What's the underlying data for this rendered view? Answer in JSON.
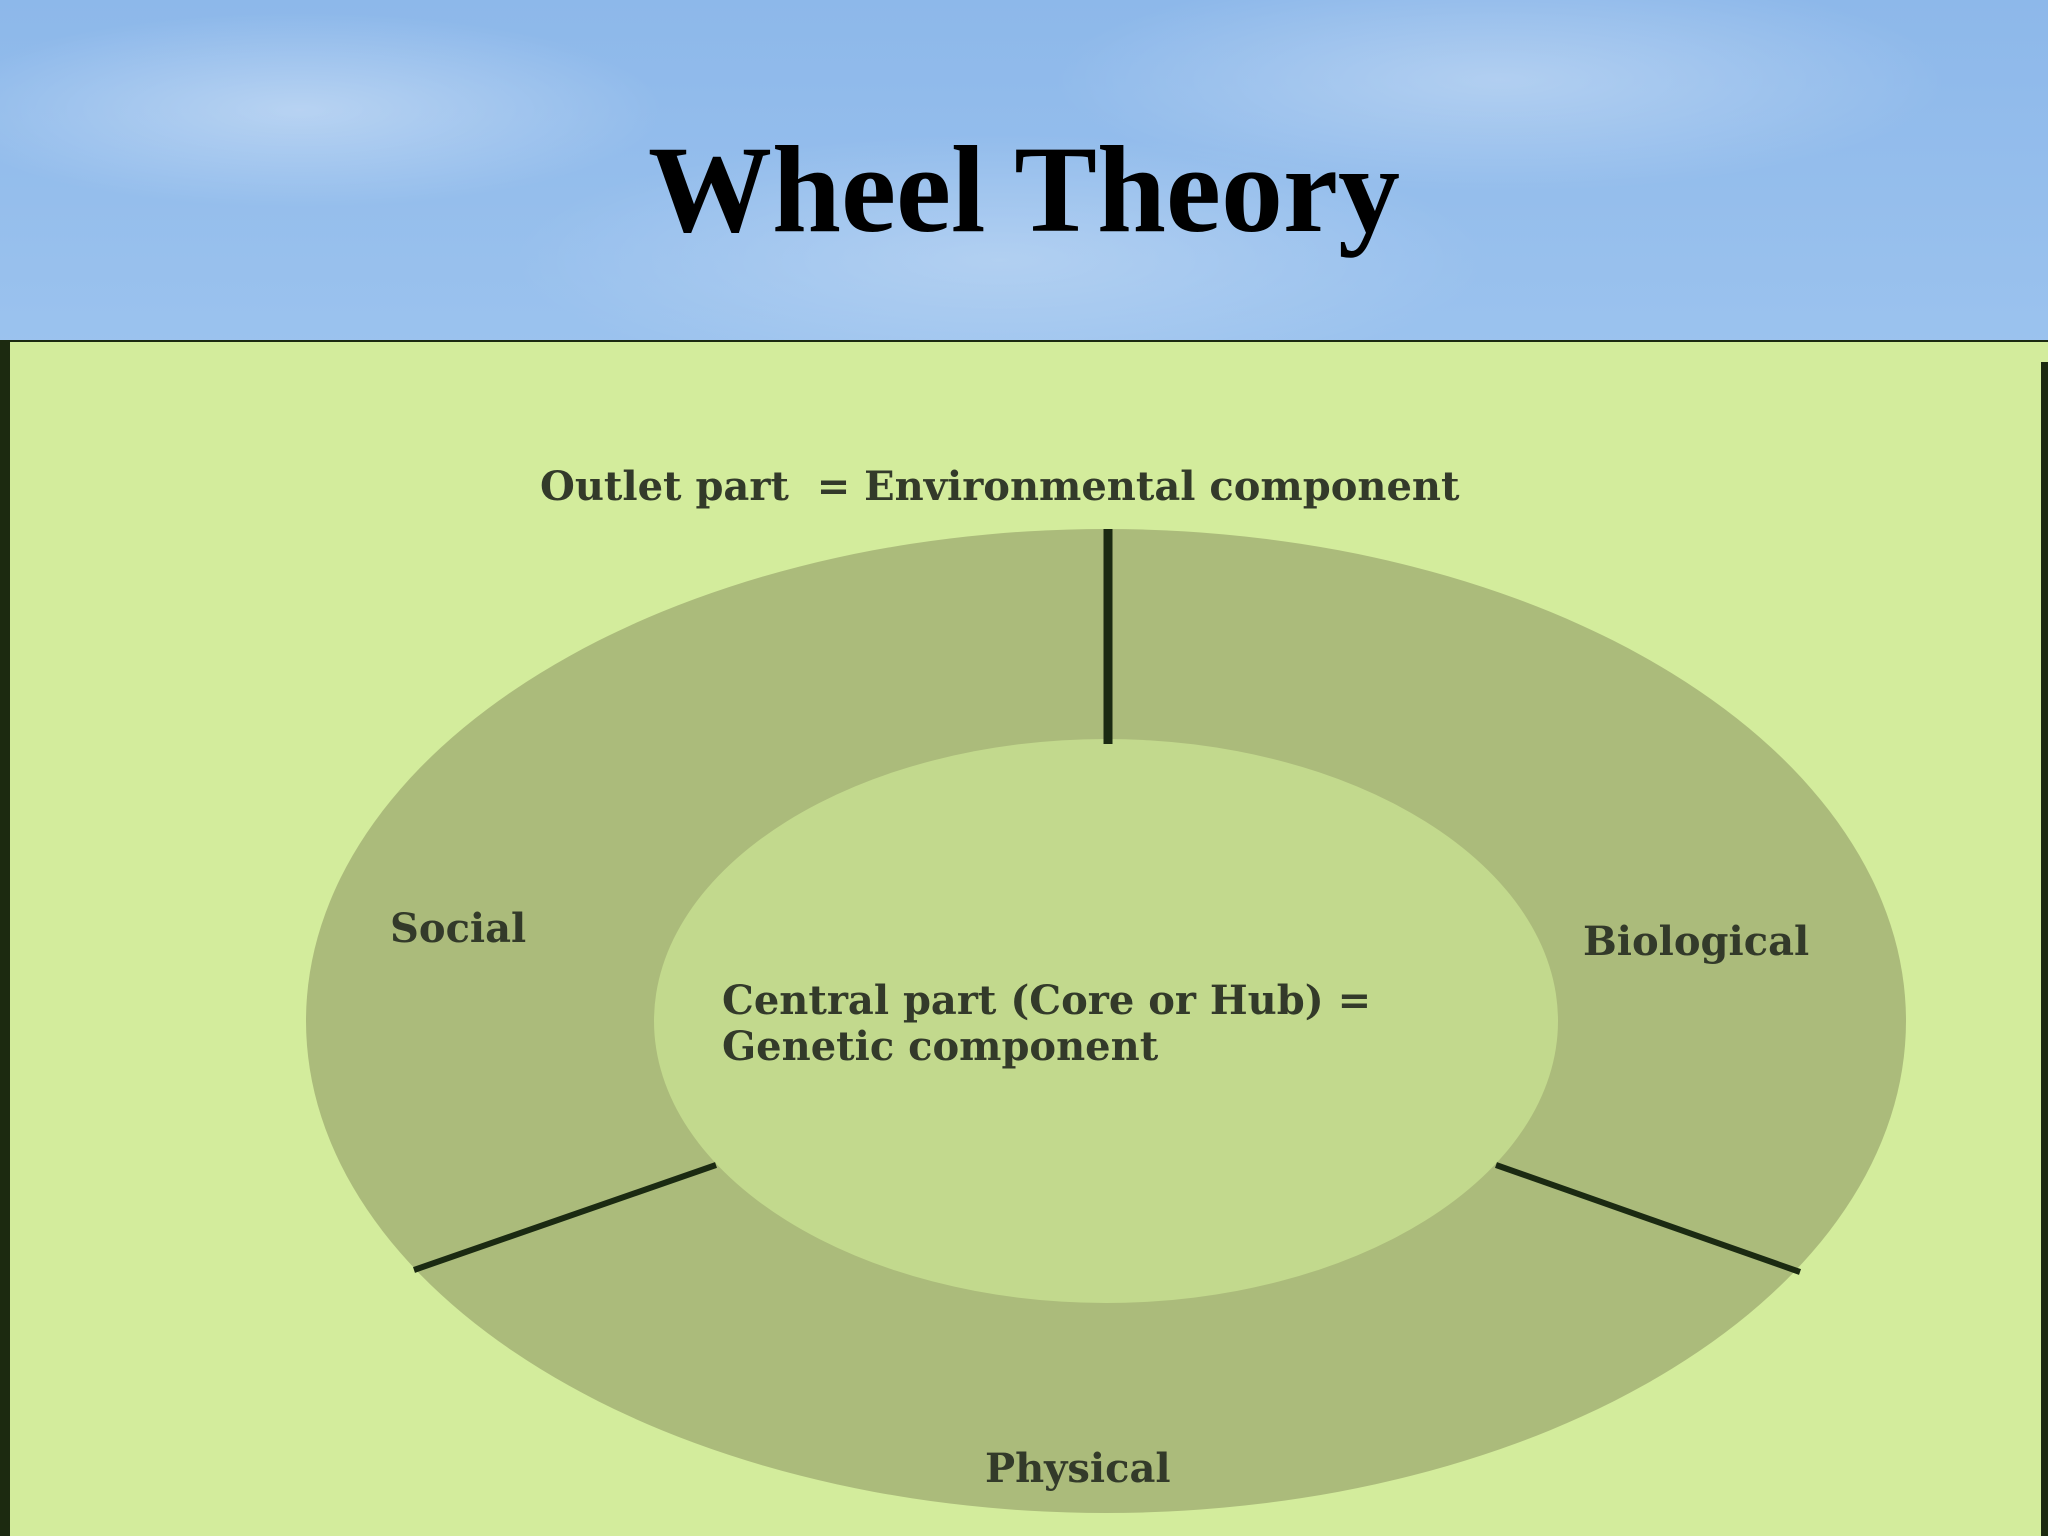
{
  "slide": {
    "title": "Wheel Theory"
  },
  "diagram": {
    "outlet_label": "Outlet part  = Environmental component",
    "core_label_line1": "Central part (Core or Hub) =",
    "core_label_line2": "Genetic component",
    "segments": {
      "social": "Social",
      "biological": "Biological",
      "physical": "Physical"
    }
  },
  "colors": {
    "panel_background": "#d3ec9c",
    "outer_ring": "#abbb7b",
    "inner_hub": "#c2d98d",
    "divider": "#1b2a12",
    "text": "#333a2a"
  }
}
